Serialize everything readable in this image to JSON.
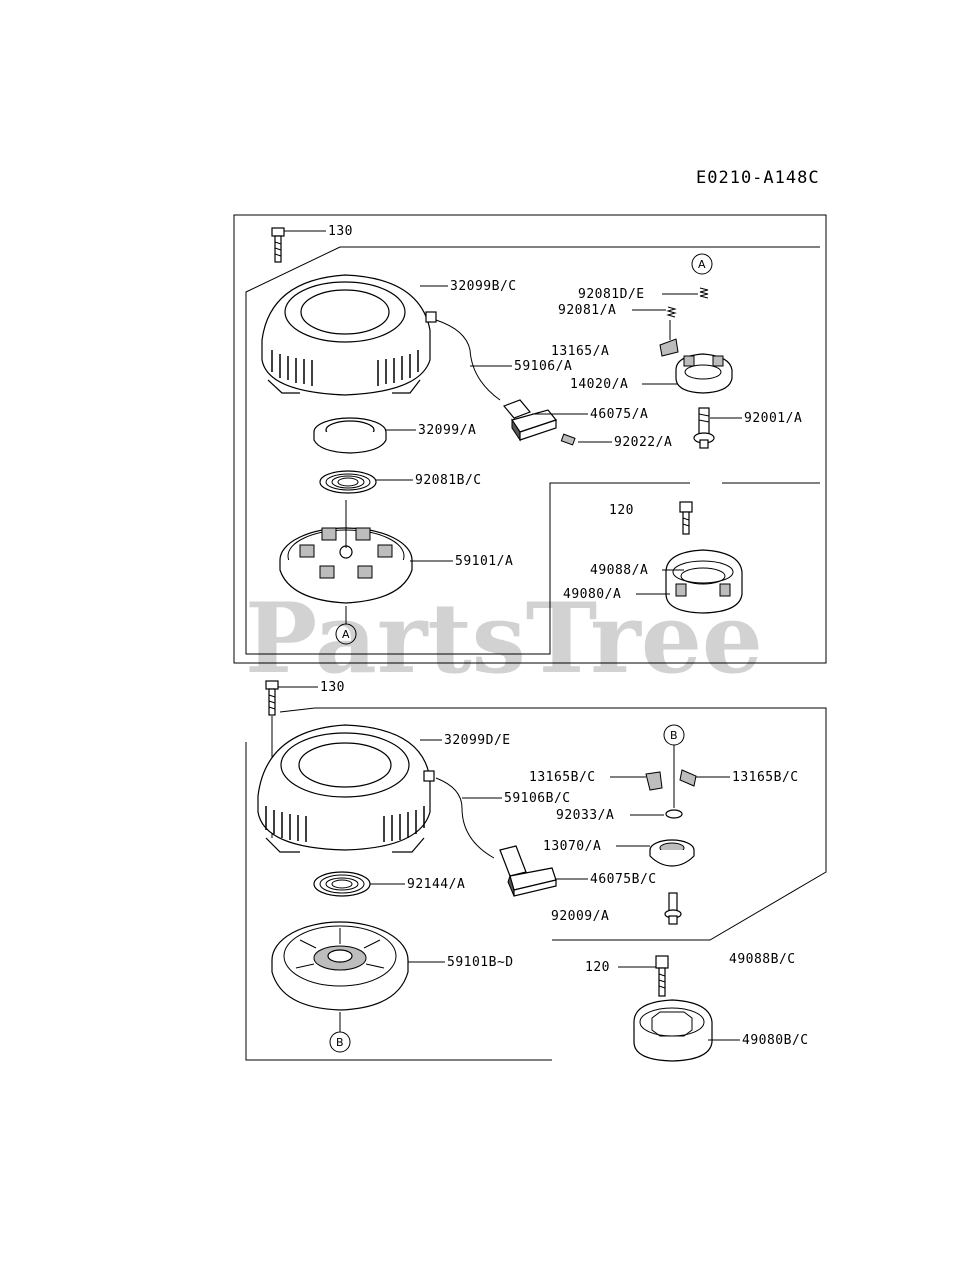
{
  "diagram_code": "E0210-A148C",
  "watermark": "PartsTree",
  "callouts": {
    "a_top": "A",
    "a_bottom": "A",
    "b_top": "B",
    "b_bottom": "B"
  },
  "top_group": {
    "labels": {
      "bolt": "130",
      "case": "32099B/C",
      "detail_spring": "92081D/E",
      "detail_spring2": "92081/A",
      "ratchet_pawl": "13165/A",
      "rope": "59106/A",
      "ratchet_guide": "14020/A",
      "handle": "46075/A",
      "bolt2": "92001/A",
      "reel_cover": "32099/A",
      "pin": "92022/A",
      "spiral_spring": "92081B/C",
      "pulley_bolt": "120",
      "reel": "59101/A",
      "pulley_assy": "49088/A",
      "pulley": "49080/A"
    }
  },
  "bottom_group": {
    "labels": {
      "bolt": "130",
      "case": "32099D/E",
      "rope": "59106B/C",
      "pawl_left": "13165B/C",
      "pawl_right": "13165B/C",
      "washer": "92033/A",
      "guide": "13070/A",
      "handle": "46075B/C",
      "spiral_spring": "92144/A",
      "bolt2": "92009/A",
      "reel": "59101B~D",
      "pulley_bolt": "120",
      "pulley_assy": "49088B/C",
      "pulley": "49080B/C"
    }
  }
}
